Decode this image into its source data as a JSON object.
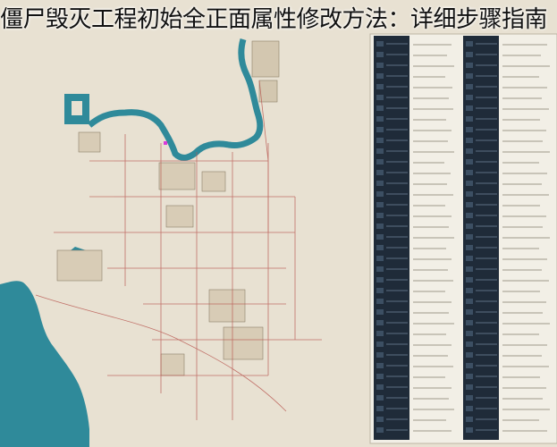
{
  "page": {
    "title": "僵尸毁灭工程初始全正面属性修改方法：详细步骤指南"
  },
  "colors": {
    "background": "#e8e1d2",
    "water": "#2f8a9a",
    "roads": "#b8564f",
    "legend_dark": "#1f2b39",
    "legend_light": "#f2efe6"
  },
  "map": {
    "content": "game world map with river, coastline, towns and roads"
  },
  "legend": {
    "icon": "map-legend-list"
  }
}
